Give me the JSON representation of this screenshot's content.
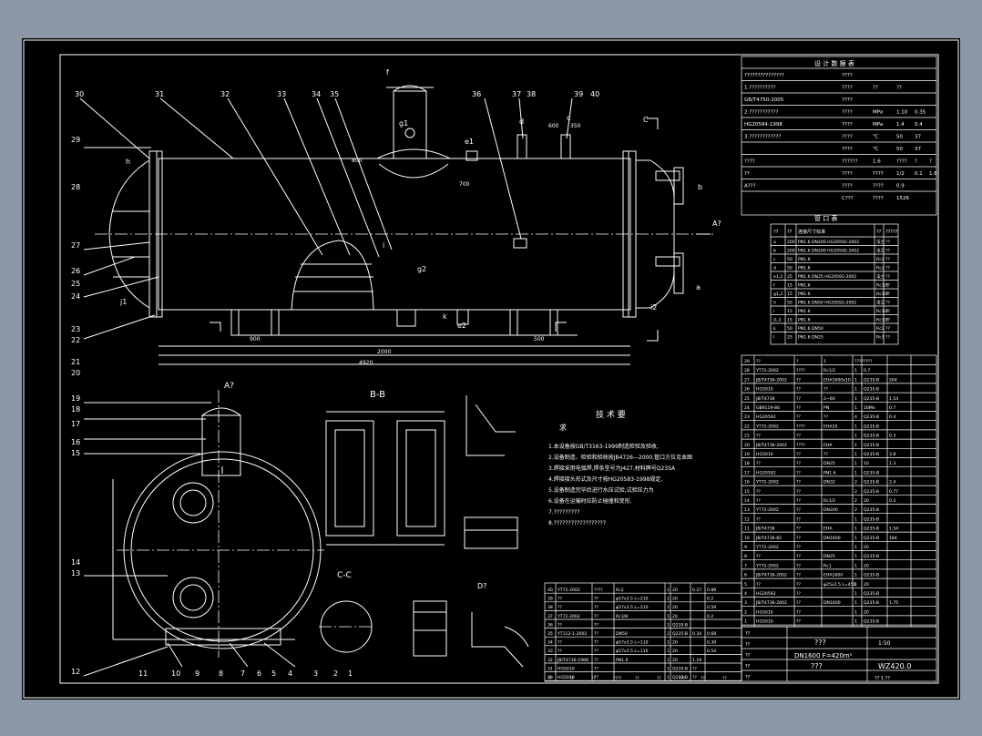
{
  "part_numbers_top": [
    "30",
    "31",
    "32",
    "33",
    "34",
    "35",
    "36",
    "37",
    "38",
    "39",
    "40"
  ],
  "part_numbers_left": [
    "29",
    "28",
    "27",
    "26",
    "25",
    "24",
    "23",
    "22",
    "21",
    "20",
    "19",
    "18",
    "17",
    "16",
    "15",
    "14",
    "13",
    "12"
  ],
  "part_numbers_bottom": [
    "11",
    "10",
    "9",
    "8",
    "7",
    "6",
    "5",
    "4",
    "3",
    "2",
    "1"
  ],
  "nozzle_labels": [
    "f",
    "g1",
    "e1",
    "d",
    "c",
    "C",
    "b",
    "A?",
    "a",
    "i2",
    "e2",
    "k",
    "g2",
    "j1",
    "h",
    "i"
  ],
  "view_labels": {
    "section_bb": "B-B",
    "section_cc": "C-C",
    "view_a": "A?",
    "view_d": "D?",
    "technical_req": "技 术 要",
    "req_prefix": "求"
  },
  "dimensions_main": [
    "900",
    "4920",
    "2000",
    "500",
    "350",
    "700",
    "600",
    "800"
  ],
  "tech_requirements": [
    "1.本设备按GB/T3163-1999制造检验及验收,",
    "2.设备制造、检验和验收按JB4726—2000,管口方位见本图",
    "3.焊接采用电弧焊,焊条型号为J427,材料牌号Q235A",
    "4.焊接接头形式及尺寸按HG20583-1998规定,",
    "5.设备制造完毕后进行水压试验,试验压力为",
    "6.设备在运输时应防止碰撞和变形,",
    "7.?????????",
    "8.??????????????????"
  ],
  "design_data_table": {
    "title": "设 计 数 据 表",
    "rows": [
      [
        "???????????????",
        "????"
      ],
      [
        "1.??????????",
        "????",
        "??",
        "??"
      ],
      [
        "GB/T4750-2005",
        "????",
        "",
        ""
      ],
      [
        "2.???????????",
        "????",
        "MPa",
        "1.10",
        "0.35"
      ],
      [
        "HG20584-1998",
        "????",
        "MPa",
        "1.4",
        "0.4"
      ],
      [
        "3.????????????",
        "????",
        "℃",
        "50",
        "37"
      ],
      [
        "",
        "????",
        "℃",
        "50",
        "37"
      ],
      [
        "????",
        "??????",
        "1.6",
        "????",
        "?",
        "?"
      ],
      [
        "??",
        "????",
        "????",
        "1/2",
        "0.1",
        "1.6"
      ],
      [
        "A???",
        "????",
        "????",
        "0.9"
      ],
      [
        "",
        "C???",
        "????",
        "1526"
      ]
    ]
  },
  "nozzle_table": {
    "title": "管 口 表",
    "headers": [
      "??",
      "??",
      "连接尺寸标准",
      "??",
      "?????"
    ],
    "rows": [
      [
        "a",
        "200",
        "PN1.6 DN200 HG20592-2002",
        "法兰",
        "??"
      ],
      [
        "b",
        "200",
        "PN1.6 DN200 HG20592-2002",
        "法兰",
        "??"
      ],
      [
        "c",
        "50",
        "PN1.6",
        "Rc2",
        "??"
      ],
      [
        "d",
        "50",
        "PN1.6",
        "Rc2",
        "??"
      ],
      [
        "e1,2",
        "25",
        "PN1.6 DN25 HG20592-2002",
        "法兰",
        "??"
      ],
      [
        "f",
        "15",
        "PN1.6",
        "Rc1/2",
        "??"
      ],
      [
        "g1,2",
        "15",
        "PN1.6",
        "Rc1/2",
        "??"
      ],
      [
        "h",
        "50",
        "PN1.6 DN50 HG20592-2002",
        "法兰",
        "??"
      ],
      [
        "i",
        "15",
        "PN1.6",
        "Rc1/2",
        "??"
      ],
      [
        "j1,2",
        "15",
        "PN1.6",
        "Rc1/2",
        "??"
      ],
      [
        "k",
        "50",
        "PN1.6 DN50",
        "Rc2",
        "??"
      ],
      [
        "l",
        "25",
        "PN1.6 DN25",
        "Rc1",
        "??"
      ]
    ]
  },
  "parts_list_right": [
    [
      "29",
      "??",
      "?",
      "1",
      "????????"
    ],
    [
      "28",
      "YT72-2002",
      "????",
      "Rc1/2",
      "1",
      "0.7"
    ],
    [
      "27",
      "JB/T4736-2002",
      "??",
      "EHA1600x10",
      "1",
      "Q235-B",
      "264"
    ],
    [
      "26",
      "HG5010",
      "??",
      "??",
      "1",
      "Q235-B"
    ],
    [
      "25",
      "JB/T4736",
      "??",
      "2~60",
      "1",
      "Q235-B",
      "1.54"
    ],
    [
      "24",
      "GB9119-86",
      "??",
      "PN",
      "1",
      "16Mn",
      "0.7"
    ],
    [
      "23",
      "HG20592",
      "??",
      "??",
      "4",
      "Q235-B",
      "0.4"
    ],
    [
      "22",
      "YT72-2002",
      "????",
      "EHA10",
      "1",
      "Q235-B"
    ],
    [
      "21",
      "??",
      "??",
      "",
      "1",
      "Q235-B",
      "0.3"
    ],
    [
      "20",
      "JB/T4736-2002",
      "????",
      "EHA",
      "1",
      "Q235-B"
    ],
    [
      "19",
      "HG5010",
      "??",
      "??",
      "1",
      "Q235-B",
      "3.8"
    ],
    [
      "18",
      "??",
      "??",
      "DN25",
      "1",
      "10",
      "1.3"
    ],
    [
      "17",
      "HG20592",
      "??",
      "PN1.6",
      "1",
      "Q235-B"
    ],
    [
      "16",
      "YT72-2002",
      "??",
      "DN32",
      "2",
      "Q235-B",
      "2.4"
    ],
    [
      "15",
      "??",
      "??",
      "",
      "2",
      "Q235-B",
      "0.77"
    ],
    [
      "14",
      "??",
      "??",
      "Rc1/2",
      "2",
      "20",
      "0.3"
    ],
    [
      "13",
      "YT72-2002",
      "??",
      "DN200",
      "2",
      "Q235-B"
    ],
    [
      "12",
      "??",
      "??",
      "",
      "1",
      "Q235-B"
    ],
    [
      "11",
      "JB/T4736",
      "??",
      "EHA",
      "1",
      "Q235-B",
      "1.54"
    ],
    [
      "10",
      "JB/T4736-82",
      "??",
      "DN1600",
      "1",
      "Q235-B",
      "184"
    ],
    [
      "9",
      "YT72-2002",
      "??",
      "",
      "1",
      "20"
    ],
    [
      "8",
      "??",
      "??",
      "DN25",
      "1",
      "Q235-B"
    ],
    [
      "7",
      "YT72-2002",
      "??",
      "Rc1",
      "1",
      "20"
    ],
    [
      "6",
      "JB/T4736-2002",
      "??",
      "EHA1600",
      "1",
      "Q235-B"
    ],
    [
      "5",
      "??",
      "??",
      "φ25x2.5 L=450",
      "1",
      "20"
    ],
    [
      "4",
      "HG20592",
      "??",
      "",
      "1",
      "Q235-B"
    ],
    [
      "3",
      "JB/T4736-2002",
      "??",
      "DN1600",
      "1",
      "Q235-B",
      "1.75"
    ],
    [
      "2",
      "HG5010",
      "??",
      "",
      "1",
      "20"
    ],
    [
      "1",
      "HG5010",
      "??",
      "",
      "1",
      "Q235-B"
    ]
  ],
  "parts_list_bottom": [
    [
      "40",
      "YT72-2002",
      "????",
      "Rc2",
      "1",
      "20",
      "0.27",
      "0.89"
    ],
    [
      "39",
      "??",
      "??",
      "φ57x3.5 L=210",
      "1",
      "20",
      "",
      "0.2"
    ],
    [
      "38",
      "??",
      "??",
      "φ57x3.5 L=210",
      "1",
      "20",
      "",
      "0.59"
    ],
    [
      "37",
      "YT72-2002",
      "??",
      "Rc3/8",
      "1",
      "20",
      "",
      "0.2"
    ],
    [
      "36",
      "??",
      "??",
      "",
      "1",
      "Q235-B"
    ],
    [
      "35",
      "YT112-1-2002",
      "??",
      "DN50",
      "2",
      "Q235-B",
      "0.34",
      "0.68"
    ],
    [
      "34",
      "??",
      "??",
      "φ57x3.5 L=110",
      "1",
      "20",
      "",
      "0.39"
    ],
    [
      "33",
      "??",
      "??",
      "φ57x3.5 L=110",
      "1",
      "20",
      "",
      "0.54"
    ],
    [
      "32",
      "JB/T4736-1988",
      "??",
      "PN1.6",
      "1",
      "20",
      "1.19"
    ],
    [
      "31",
      "HG5010",
      "??",
      "",
      "1",
      "Q235-B",
      "??"
    ],
    [
      "30",
      "HG5010",
      "??",
      "",
      "1",
      "Q235-B",
      "??"
    ]
  ],
  "parts_header": [
    "??",
    "??",
    "??",
    "????",
    "??",
    "??",
    "???",
    "??",
    "??"
  ],
  "title_block": {
    "name_top": "???",
    "spec": "DN1600  F=420m²",
    "name_bottom": "???",
    "drawing_no": "WZ420.0",
    "sheet": "?? 1 ??",
    "scale": "1:50",
    "labels": [
      "??",
      "??",
      "??",
      "??",
      "??"
    ]
  },
  "colors": {
    "background": "#8c98a8",
    "sheet": "#000000",
    "lines": "#ffffff",
    "accent_cyan": "#00ffff",
    "accent_magenta": "#ff00ff",
    "accent_yellow": "#ffff00"
  }
}
